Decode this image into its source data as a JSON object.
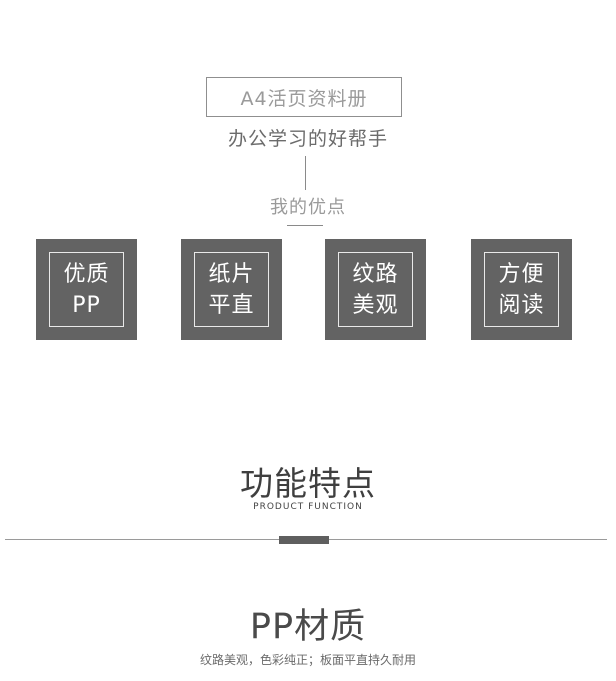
{
  "header": {
    "product_title": "A4活页资料册",
    "subtitle": "办公学习的好帮手",
    "merits_label": "我的优点"
  },
  "tiles": [
    {
      "line1": "优质",
      "line2": "PP"
    },
    {
      "line1": "纸片",
      "line2": "平直"
    },
    {
      "line1": "纹路",
      "line2": "美观"
    },
    {
      "line1": "方便",
      "line2": "阅读"
    }
  ],
  "features": {
    "title": "功能特点",
    "subtitle": "PRODUCT FUNCTION"
  },
  "material": {
    "title": "PP材质",
    "description": "纹路美观，色彩纯正；板面平直持久耐用"
  },
  "colors": {
    "tile_bg": "#636363",
    "accent_bar": "#5f5f5f"
  }
}
